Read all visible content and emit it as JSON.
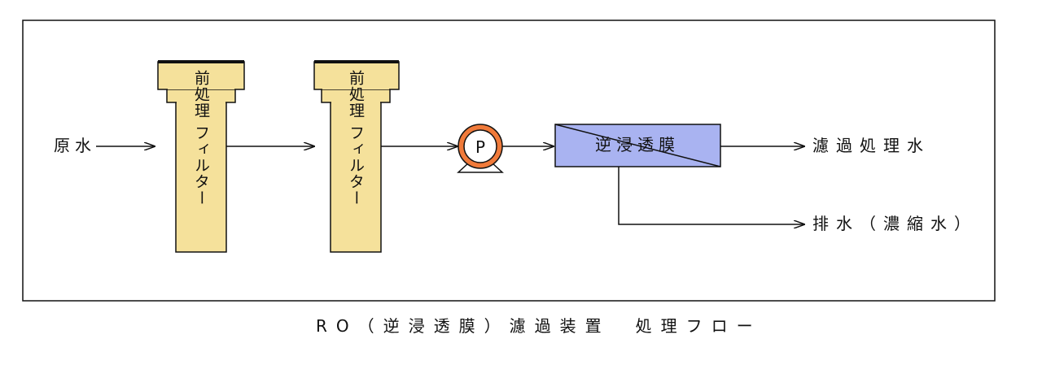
{
  "inputs": {
    "raw_water": "原水"
  },
  "filters": [
    {
      "label": "前処理 フィルター"
    },
    {
      "label": "前処理 フィルター"
    }
  ],
  "pump": {
    "symbol": "P"
  },
  "membrane": {
    "label": "逆浸透膜"
  },
  "outputs": {
    "filtered": "濾過処理水",
    "drain": "排水（濃縮水）"
  },
  "caption": "RO（逆浸透膜）濾過装置　処理フロー",
  "colors": {
    "filter_fill": "#f5e19b",
    "membrane_fill": "#a9b3f1",
    "pump_ring": "#f07a3a",
    "line": "#111111"
  }
}
